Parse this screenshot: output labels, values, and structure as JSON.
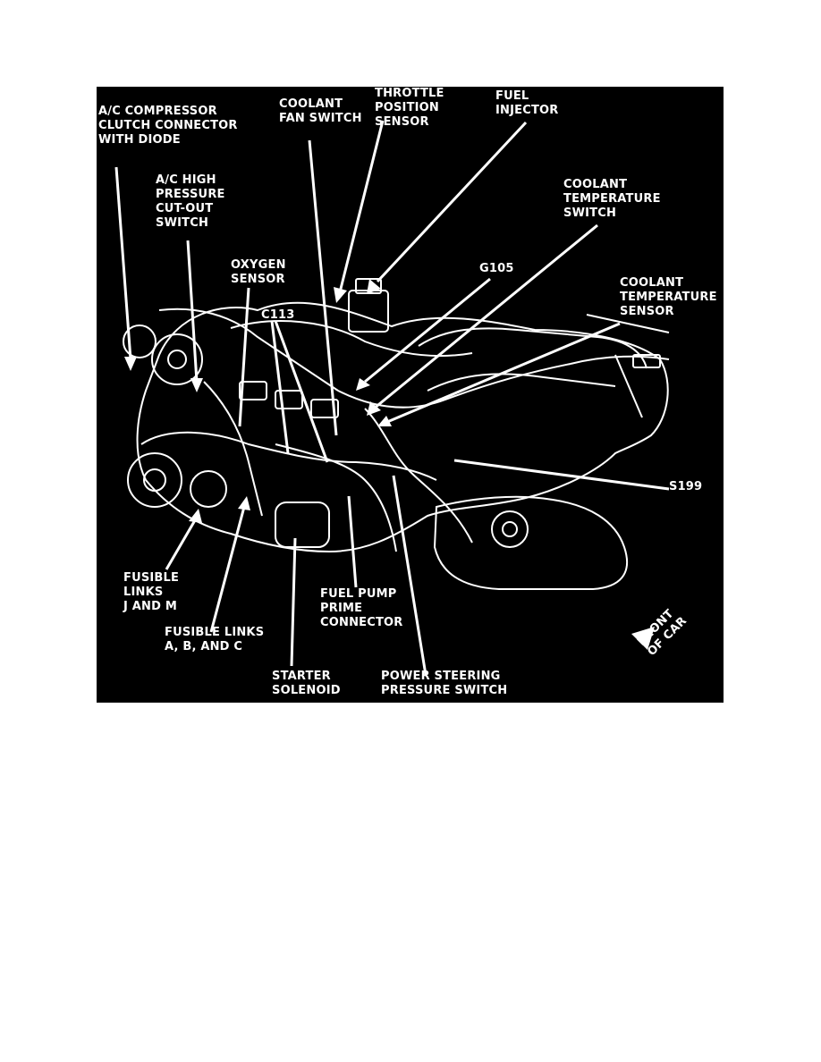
{
  "figure": {
    "labels": {
      "ac_compressor": [
        "A/C COMPRESSOR",
        "CLUTCH CONNECTOR",
        "WITH DIODE"
      ],
      "ac_high_pressure": [
        "A/C HIGH",
        "PRESSURE",
        "CUT-OUT",
        "SWITCH"
      ],
      "coolant_fan_switch": [
        "COOLANT",
        "FAN SWITCH"
      ],
      "throttle_position_sensor": [
        "THROTTLE",
        "POSITION",
        "SENSOR"
      ],
      "fuel_injector": [
        "FUEL",
        "INJECTOR"
      ],
      "coolant_temperature_switch": [
        "COOLANT",
        "TEMPERATURE",
        "SWITCH"
      ],
      "oxygen_sensor": [
        "OXYGEN",
        "SENSOR"
      ],
      "g105": "G105",
      "c113": "C113",
      "coolant_temperature_sensor": [
        "COOLANT",
        "TEMPERATURE",
        "SENSOR"
      ],
      "s199": "S199",
      "fusible_links_jm": [
        "FUSIBLE",
        "LINKS",
        "J AND M"
      ],
      "fusible_links_abc": [
        "FUSIBLE LINKS",
        "A, B, AND C"
      ],
      "fuel_pump_prime": [
        "FUEL PUMP",
        "PRIME",
        "CONNECTOR"
      ],
      "starter_solenoid": [
        "STARTER",
        "SOLENOID"
      ],
      "power_steering": [
        "POWER STEERING",
        "PRESSURE SWITCH"
      ],
      "front_of_car": [
        "FRONT",
        "OF CAR"
      ]
    }
  }
}
